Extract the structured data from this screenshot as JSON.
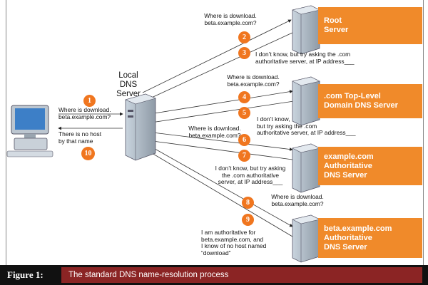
{
  "local_server_label": "Local\nDNS\nServer",
  "boxes": {
    "root": "Root\nServer",
    "com": ".com Top-Level\nDomain DNS Server",
    "example": "example.com\nAuthoritative\nDNS Server",
    "beta": "beta.example.com\nAuthoritative\nDNS Server"
  },
  "steps": {
    "s1": "1",
    "s2": "2",
    "s3": "3",
    "s4": "4",
    "s5": "5",
    "s6": "6",
    "s7": "7",
    "s8": "8",
    "s9": "9",
    "s10": "10"
  },
  "messages": {
    "m1": "Where is download.\nbeta.example.com?",
    "m10": "There is no host\nby that name",
    "m2": "Where is download.\nbeta.example.com?",
    "m3": "I don’t know, but try asking the .com\nauthoritative server, at IP address___",
    "m4": "Where is download.\nbeta.example.com?",
    "m5": "I don’t know,\nbut try asking the .com\nauthoritative server, at IP address___",
    "m6": "Where is download.\nbeta.example.com?",
    "m7": "I don’t know, but try asking\nthe .com authoritative\nserver, at IP address___",
    "m8": "Where is download.\nbeta.example.com?",
    "m9": "I am authoritative for\nbeta.example.com, and\nI know of no host named\n“download”"
  },
  "caption": {
    "number": "Figure 1:",
    "title": "The standard DNS name-resolution process"
  },
  "colors": {
    "orange": "#f08a2a",
    "step": "#f0761f",
    "caption_band": "#8b2424"
  }
}
